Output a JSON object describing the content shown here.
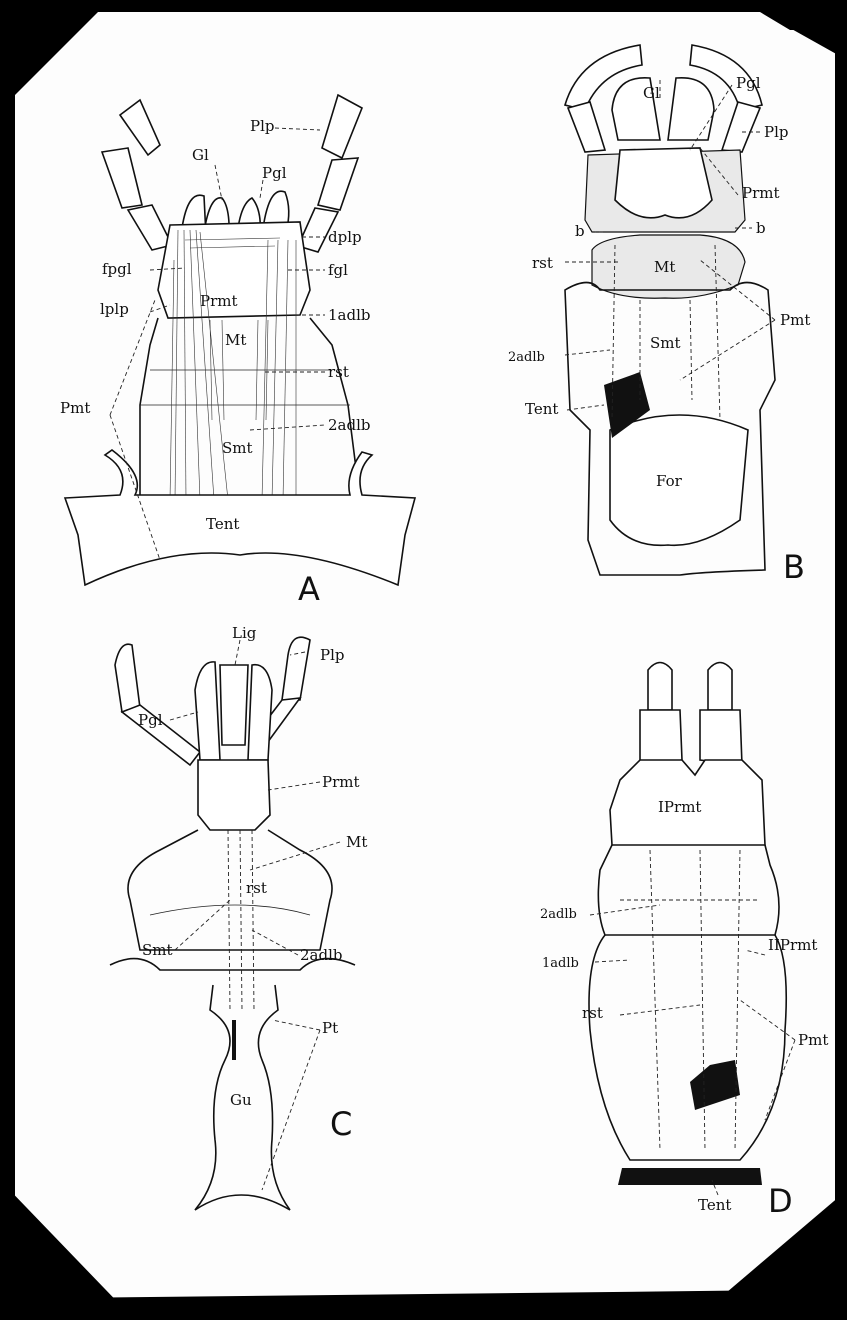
{
  "figure": {
    "panels": {
      "A": {
        "letter": "A",
        "labels": {
          "plp": "Plp",
          "gl": "Gl",
          "pgl": "Pgl",
          "dplp": "dplp",
          "fpgl": "fpgl",
          "fgl": "fgl",
          "prmt": "Prmt",
          "lplp": "lplp",
          "adlb1": "1adlb",
          "mt": "Mt",
          "rst": "rst",
          "pmt": "Pmt",
          "smt": "Smt",
          "adlb2": "2adlb",
          "tent": "Tent"
        }
      },
      "B": {
        "letter": "B",
        "labels": {
          "pgl": "Pgl",
          "gl": "Gl",
          "plp": "Plp",
          "prmt": "Prmt",
          "b_left": "b",
          "b_right": "b",
          "rst": "rst",
          "mt": "Mt",
          "pmt": "Pmt",
          "smt": "Smt",
          "adlb2": "2adlb",
          "tent": "Tent",
          "for": "For"
        }
      },
      "C": {
        "letter": "C",
        "labels": {
          "lig": "Lig",
          "plp": "Plp",
          "pgl": "Pgl",
          "prmt": "Prmt",
          "mt": "Mt",
          "rst": "rst",
          "smt": "Smt",
          "adlb2": "2adlb",
          "pt": "Pt",
          "gu": "Gu"
        }
      },
      "D": {
        "letter": "D",
        "labels": {
          "iprmt": "IPrmt",
          "adlb2": "2adlb",
          "adlb1": "1adlb",
          "iiprmt": "IIPrmt",
          "rst": "rst",
          "pmt": "Pmt",
          "tent": "Tent"
        }
      }
    }
  }
}
